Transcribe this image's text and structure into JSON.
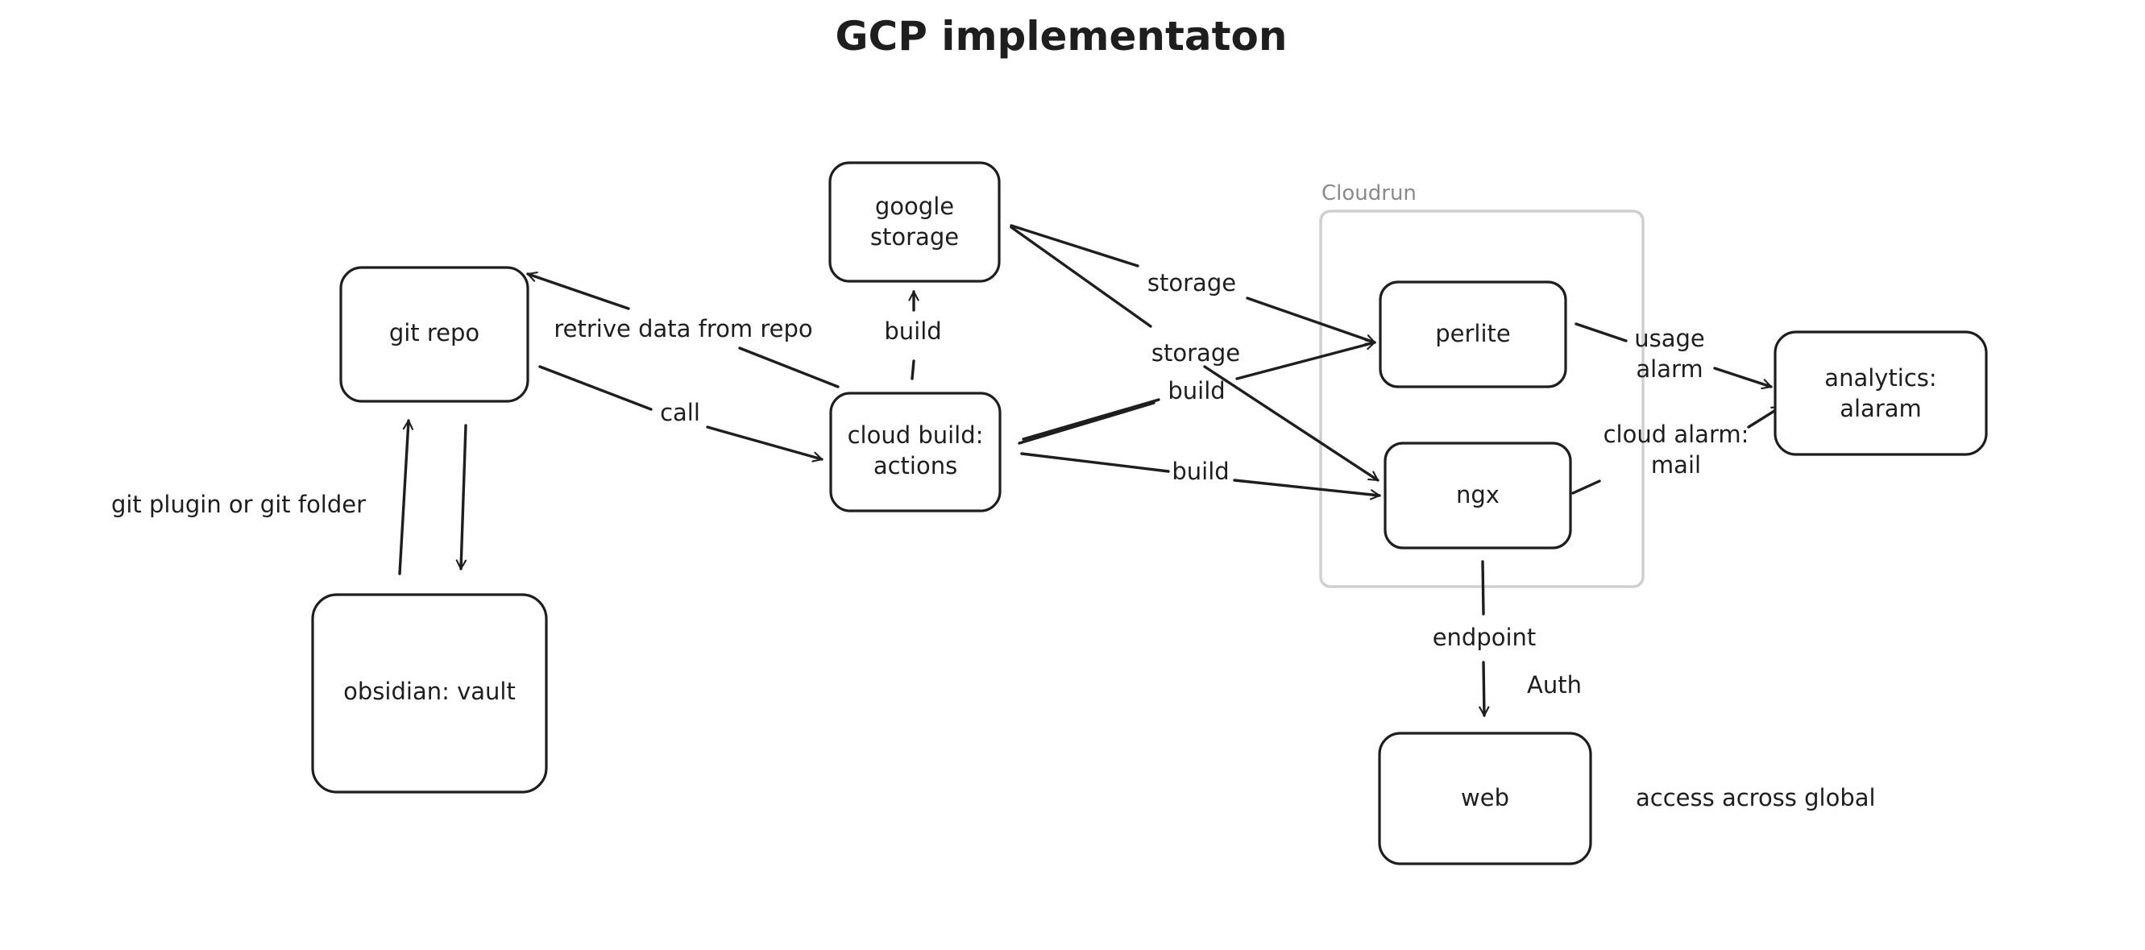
{
  "title": "GCP implementaton",
  "groups": [
    {
      "id": "cloudrun",
      "label": "Cloudrun"
    }
  ],
  "nodes": [
    {
      "id": "git-repo",
      "lines": [
        "git repo"
      ]
    },
    {
      "id": "obsidian-vault",
      "lines": [
        "obsidian: vault"
      ]
    },
    {
      "id": "google-storage",
      "lines": [
        "google",
        "storage"
      ]
    },
    {
      "id": "cloud-build-actions",
      "lines": [
        "cloud build:",
        "actions"
      ]
    },
    {
      "id": "perlite",
      "lines": [
        "perlite"
      ]
    },
    {
      "id": "ngx",
      "lines": [
        "ngx"
      ]
    },
    {
      "id": "analytics-alaram",
      "lines": [
        "analytics:",
        "alaram"
      ]
    },
    {
      "id": "web",
      "lines": [
        "web"
      ]
    }
  ],
  "edge_labels": [
    {
      "id": "git-plugin",
      "lines": [
        "git plugin or git folder"
      ]
    },
    {
      "id": "retrive-data",
      "lines": [
        "retrive data from repo"
      ]
    },
    {
      "id": "call",
      "lines": [
        "call"
      ]
    },
    {
      "id": "build-up",
      "lines": [
        "build"
      ]
    },
    {
      "id": "storage-1",
      "lines": [
        "storage"
      ]
    },
    {
      "id": "storage-2",
      "lines": [
        "storage"
      ]
    },
    {
      "id": "build-2",
      "lines": [
        "build"
      ]
    },
    {
      "id": "build-3",
      "lines": [
        "build"
      ]
    },
    {
      "id": "usage-alarm",
      "lines": [
        "usage",
        "alarm"
      ]
    },
    {
      "id": "cloud-alarm",
      "lines": [
        "cloud alarm:",
        "mail"
      ]
    },
    {
      "id": "endpoint",
      "lines": [
        "endpoint"
      ]
    }
  ],
  "annotations": [
    {
      "id": "auth",
      "text": "Auth"
    },
    {
      "id": "access-global",
      "text": "access across global"
    }
  ]
}
